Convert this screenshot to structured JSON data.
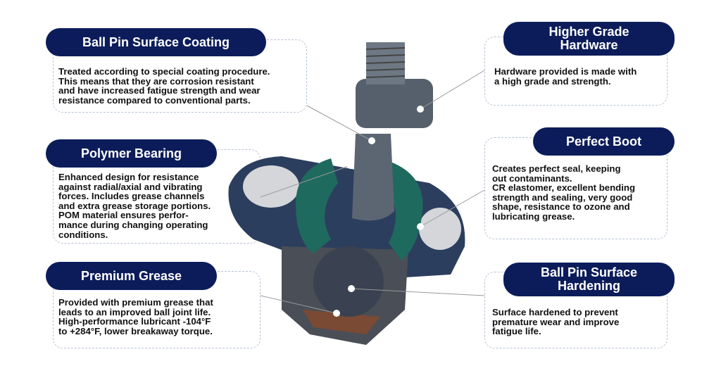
{
  "features": [
    {
      "title": "Ball Pin Surface Coating",
      "text": "Treated according to special coating procedure.\nThis means that they are corrosion resistant\nand have increased fatigue strength and wear\nresistance compared to conventional parts."
    },
    {
      "title": "Polymer Bearing",
      "text": "Enhanced design for resistance\nagainst radial/axial and vibrating\nforces. Includes grease channels\nand extra grease storage portions.\nPOM material ensures perfor-\nmance during changing operating\nconditions."
    },
    {
      "title": "Premium Grease",
      "text": "Provided with premium grease that\nleads to an improved ball joint life.\nHigh-performance lubricant -104°F\nto +284°F, lower breakaway torque."
    },
    {
      "title": "Higher Grade\nHardware",
      "text": "Hardware provided is made with\na high grade and strength."
    },
    {
      "title": "Perfect Boot",
      "text": "Creates perfect seal, keeping\nout contaminants.\nCR elastomer, excellent bending\nstrength and sealing, very good\nshape, resistance to ozone and\nlubricating grease."
    },
    {
      "title": "Ball Pin Surface\nHardening",
      "text": "Surface hardened to prevent\npremature wear and improve\nfatigue life."
    }
  ],
  "colors": {
    "navy": "#0c1c5a",
    "housing": "#2c3e5e",
    "boot": "#1f6a5e",
    "metal": "#6a7480"
  }
}
